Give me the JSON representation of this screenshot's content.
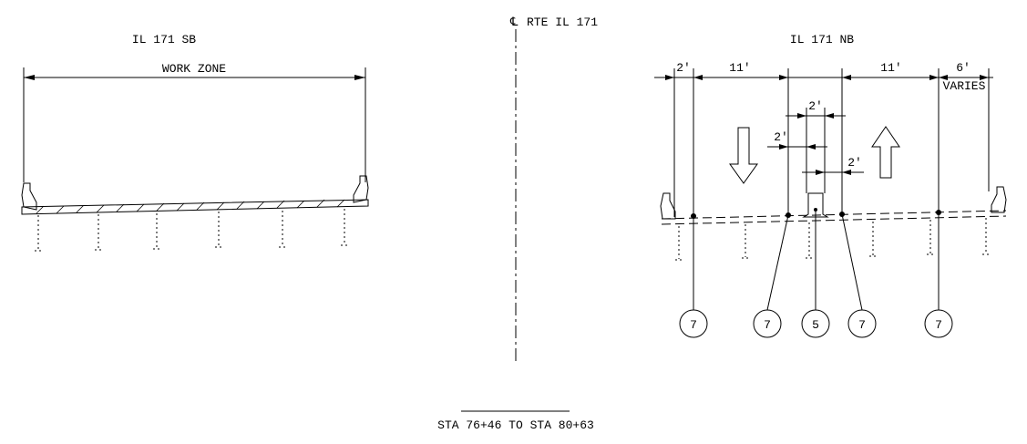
{
  "centerline": {
    "symbol": "℄",
    "label": "RTE IL 171"
  },
  "sb": {
    "title": "IL 171 SB",
    "work_zone_label": "WORK ZONE"
  },
  "nb": {
    "title": "IL 171 NB",
    "dim_2ft_outer": "2′",
    "dim_11ft_left": "11′",
    "dim_2ft_top": "2′",
    "dim_2ft_left": "2′",
    "dim_2ft_right": "2′",
    "dim_11ft_right": "11′",
    "dim_6ft": "6′",
    "varies": "VARIES"
  },
  "callouts": [
    "7",
    "7",
    "5",
    "7",
    "7"
  ],
  "footer": {
    "station_range": "STA 76+46 TO STA 80+63"
  }
}
